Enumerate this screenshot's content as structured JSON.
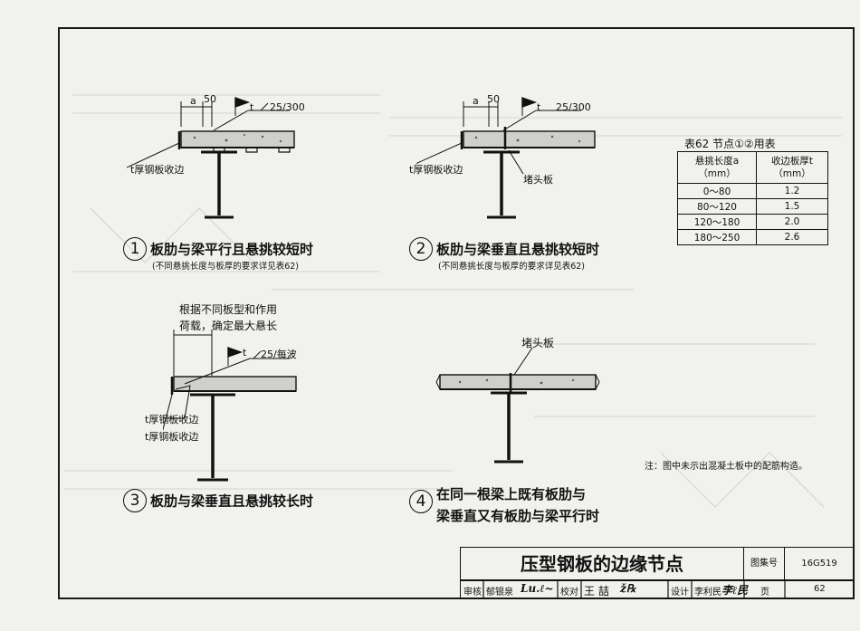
{
  "table62": {
    "caption": "表62   节点①②用表",
    "col1_header": "悬挑长度a（mm）",
    "col2_header": "收边板厚t（mm）",
    "rows": [
      {
        "range": "0～80",
        "t": "1.2"
      },
      {
        "range": "80～120",
        "t": "1.5"
      },
      {
        "range": "120～180",
        "t": "2.0"
      },
      {
        "range": "180～250",
        "t": "2.6"
      }
    ]
  },
  "details": {
    "d1": {
      "num": "1",
      "title": "板肋与梁平行且悬挑较短时",
      "sub": "(不同悬挑长度与板厚的要求详见表62)",
      "dim_a": "a",
      "dim_50": "50",
      "weld": "t",
      "weld_spec": "25/300",
      "edge_label": "t厚钢板收边"
    },
    "d2": {
      "num": "2",
      "title": "板肋与梁垂直且悬挑较短时",
      "sub": "(不同悬挑长度与板厚的要求详见表62)",
      "dim_a": "a",
      "dim_50": "50",
      "weld": "t",
      "weld_spec": "25/300",
      "edge_label": "t厚钢板收边",
      "stop_label": "堵头板"
    },
    "d3": {
      "num": "3",
      "title": "板肋与梁垂直且悬挑较长时",
      "note_line1": "根据不同板型和作用",
      "note_line2": "荷载，确定最大悬长",
      "weld": "t",
      "weld_spec": "25/每波",
      "edge_label_1": "t厚钢板收边",
      "edge_label_2": "t厚钢板收边"
    },
    "d4": {
      "num": "4",
      "title_line1": "在同一根梁上既有板肋与",
      "title_line2": "梁垂直又有板肋与梁平行时",
      "stop_label": "堵头板"
    }
  },
  "note": "注：图中未示出混凝土板中的配筋构造。",
  "titleblock": {
    "title": "压型钢板的边缘节点",
    "atlas_label": "图集号",
    "atlas_no": "16G519",
    "page_label": "页",
    "page_no": "62",
    "review_label": "审核",
    "reviewer": "郁银泉",
    "check_label": "校对",
    "checker": "王 喆",
    "design_label": "设计",
    "designer": "李利民"
  },
  "colors": {
    "ink": "#111111",
    "paper": "#f1f1ee",
    "ghost": "#b7b7b4"
  }
}
